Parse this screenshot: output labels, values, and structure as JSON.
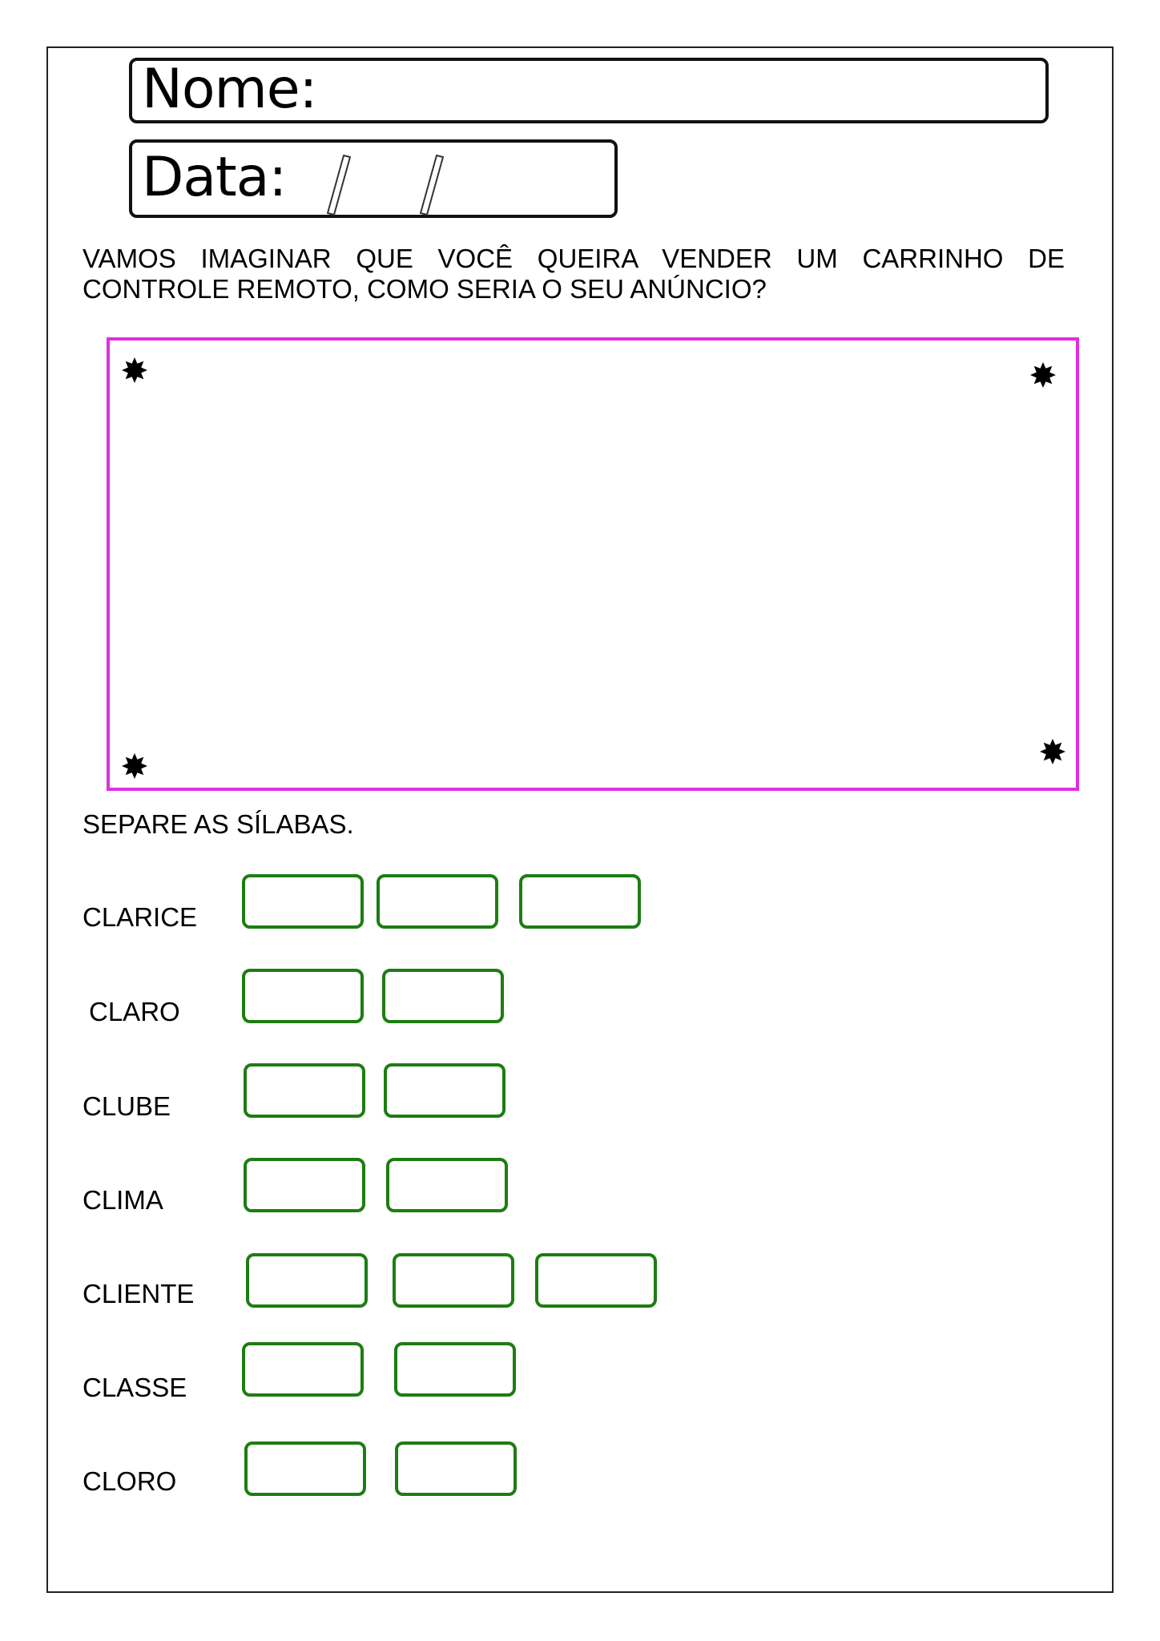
{
  "header": {
    "name_label": "Nome:",
    "date_label": "Data:"
  },
  "question": "VAMOS IMAGINAR QUE VOCÊ QUEIRA VENDER UM CARRINHO DE CONTROLE REMOTO, COMO SERIA O SEU ANÚNCIO?",
  "syllables": {
    "title": "SEPARE AS SÍLABAS.",
    "words": [
      {
        "word": "CLARICE",
        "boxes": 3
      },
      {
        "word": "CLARO",
        "boxes": 2
      },
      {
        "word": "CLUBE",
        "boxes": 2
      },
      {
        "word": "CLIMA",
        "boxes": 2
      },
      {
        "word": "CLIENTE",
        "boxes": 3
      },
      {
        "word": "CLASSE",
        "boxes": 2
      },
      {
        "word": "CLORO",
        "boxes": 2
      }
    ]
  },
  "colors": {
    "ad_border": "#e02ee0",
    "syllable_box_border": "#1d7d12",
    "text": "#000000"
  }
}
